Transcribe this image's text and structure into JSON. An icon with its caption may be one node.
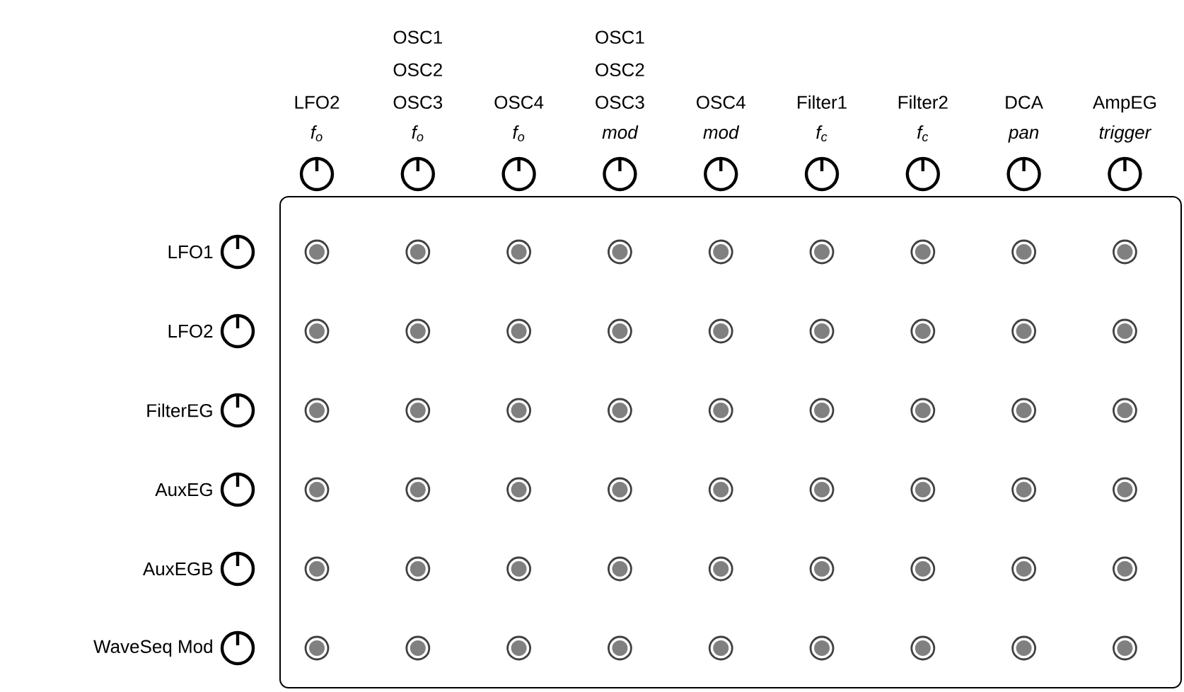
{
  "diagram": {
    "labels": [
      "LFO2",
      "f$_{o}$",
      "OSC1 OSC2 OSC3",
      "f$_{o}$",
      "OSC4",
      "f$_{o}$",
      "OSC1 OSC2 OSC3",
      "mod",
      "OSC4",
      "mod",
      "Filter1",
      "f$_{c}$",
      "Filter2",
      "f$_{c}$",
      "DCA",
      "pan",
      "AmpEG",
      "trigger",
      "LFO1",
      "LFO2",
      "FilterEG",
      "AuxEG",
      "AuxEGB",
      "WaveSeq Mod"
    ]
  }
}
